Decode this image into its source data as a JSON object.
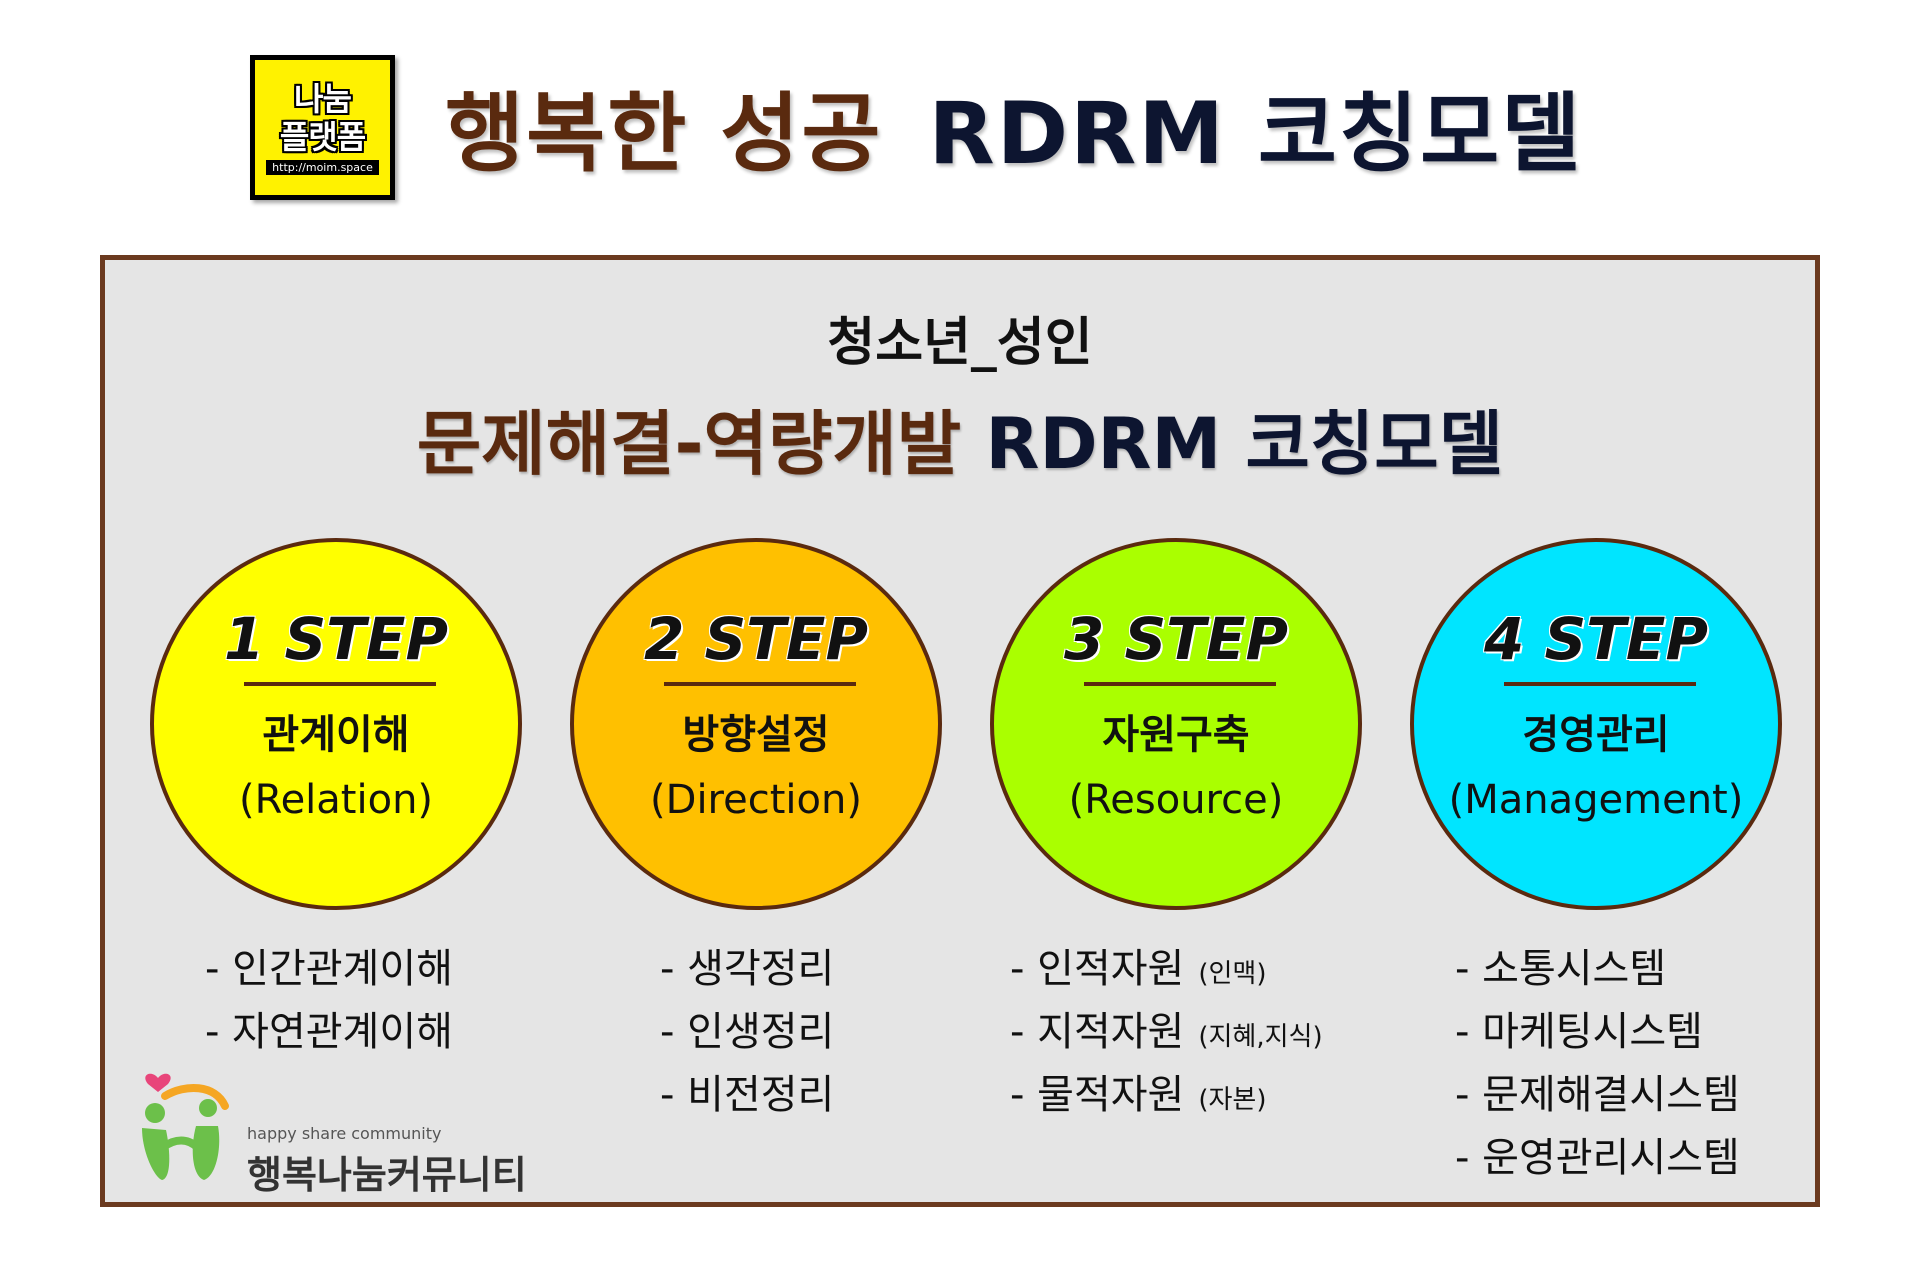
{
  "header": {
    "logo": {
      "line1": "나눔",
      "line2": "플랫폼",
      "url": "http://moim.space"
    },
    "title_ko": "행복한 성공",
    "title_en": "RDRM 코칭모델"
  },
  "panel": {
    "subtitle": "청소년_성인",
    "model_title_ko": "문제해결-역량개발",
    "model_title_en": "RDRM 코칭모델",
    "steps": [
      {
        "label": "1 STEP",
        "ko": "관계이해",
        "en": "(Relation)",
        "color": "#ffff00",
        "items": [
          {
            "text": "- 인간관계이해",
            "note": ""
          },
          {
            "text": "- 자연관계이해",
            "note": ""
          }
        ]
      },
      {
        "label": "2 STEP",
        "ko": "방향설정",
        "en": "(Direction)",
        "color": "#ffc000",
        "items": [
          {
            "text": "- 생각정리",
            "note": ""
          },
          {
            "text": "- 인생정리",
            "note": ""
          },
          {
            "text": "- 비전정리",
            "note": ""
          }
        ]
      },
      {
        "label": "3 STEP",
        "ko": "자원구축",
        "en": "(Resource)",
        "color": "#aaff00",
        "items": [
          {
            "text": "- 인적자원",
            "note": "(인맥)"
          },
          {
            "text": "- 지적자원",
            "note": "(지혜,지식)"
          },
          {
            "text": "- 물적자원",
            "note": "(자본)"
          }
        ]
      },
      {
        "label": "4 STEP",
        "ko": "경영관리",
        "en": "(Management)",
        "color": "#00e5ff",
        "items": [
          {
            "text": "- 소통시스템",
            "note": ""
          },
          {
            "text": "- 마케팅시스템",
            "note": ""
          },
          {
            "text": "- 문제해결시스템",
            "note": ""
          },
          {
            "text": "- 운영관리시스템",
            "note": ""
          }
        ]
      }
    ],
    "community": {
      "en": "happy share community",
      "ko": "행복나눔커뮤니티"
    }
  },
  "colors": {
    "border": "#6b3a1f",
    "title_brown": "#5a2a0f",
    "title_navy": "#0d1530",
    "panel_bg": "#e5e5e5"
  }
}
